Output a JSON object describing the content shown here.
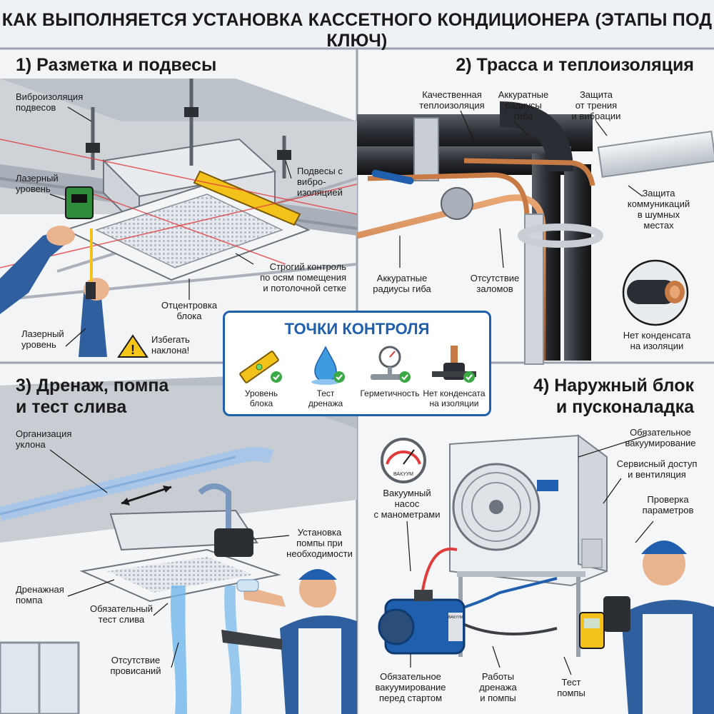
{
  "title": "КАК ВЫПОЛНЯЕТСЯ УСТАНОВКА КАССЕТНОГО КОНДИЦИОНЕРА (ЭТАПЫ ПОД КЛЮЧ)",
  "panel1": {
    "title": "1) Разметка и подвесы",
    "labels": {
      "vibro": "Виброизоляция\nподвесов",
      "laser_top": "Лазерный\nуровень",
      "hangers": "Подвесы с\nвибро-\nизоляцией",
      "control": "Строгий контроль\nпо осям помещения\nи потолочной сетке",
      "centering": "Отцентровка\nблока",
      "laser_bottom": "Лазерный\nуровень",
      "avoid_tilt": "Избегать\nнаклона!"
    }
  },
  "panel2": {
    "title": "2) Трасса и теплоизоляция",
    "labels": {
      "quality_insulation": "Качественная\nтеплоизоляция",
      "bend_top": "Аккуратные\nрадиусы\nгиба",
      "protection": "Защита\nот трения\nи вибрации",
      "comm_protect": "Защита\nкоммуникаций\nв шумных\nместах",
      "bend_bottom": "Аккуратные\nрадиусы гиба",
      "no_kinks": "Отсутствие\nзаломов",
      "no_condensate": "Нет конденсата\nна изоляции"
    }
  },
  "panel3": {
    "title": "3) Дренаж, помпа\nи тест слива",
    "labels": {
      "slope": "Организация\nуклона",
      "pump_install": "Установка\nпомпы при\nнеобходимости",
      "drain_pump": "Дренажная\nпомпа",
      "drain_test": "Обязательный\nтест слива",
      "no_sag": "Отсутствие\nпровисаний"
    }
  },
  "panel4": {
    "title": "4) Наружный блок\nи пусконаладка",
    "labels": {
      "vacuum_req": "Обязательное\nвакуумирование",
      "service": "Сервисный доступ\nи вентиляция",
      "params": "Проверка\nпараметров",
      "vacuum_pump": "Вакуумный\nнасос\nс манометрами",
      "vacuum_before": "Обязательное\nвакуумирование\nперед стартом",
      "drain_work": "Работы\nдренажа\nи помпы",
      "pump_test": "Тест\nпомпы"
    },
    "gauge_text": "ВАКУУМ",
    "pump_text": "ВАКУУМ"
  },
  "control_box": {
    "title": "ТОЧКИ КОНТРОЛЯ",
    "items": [
      {
        "label": "Уровень\nблока",
        "icon": "level-icon"
      },
      {
        "label": "Тест\nдренажа",
        "icon": "water-drop-icon"
      },
      {
        "label": "Герметичность",
        "icon": "pressure-gauge-icon"
      },
      {
        "label": "Нет конденсата\nна изоляции",
        "icon": "insulated-pipe-icon"
      }
    ]
  },
  "colors": {
    "accent_blue": "#1f5fae",
    "check_green": "#3aa845",
    "copper": "#c87a45",
    "level_yellow": "#f2c21b",
    "warning_yellow": "#f5c518",
    "worker_blue": "#2f5f9e"
  }
}
